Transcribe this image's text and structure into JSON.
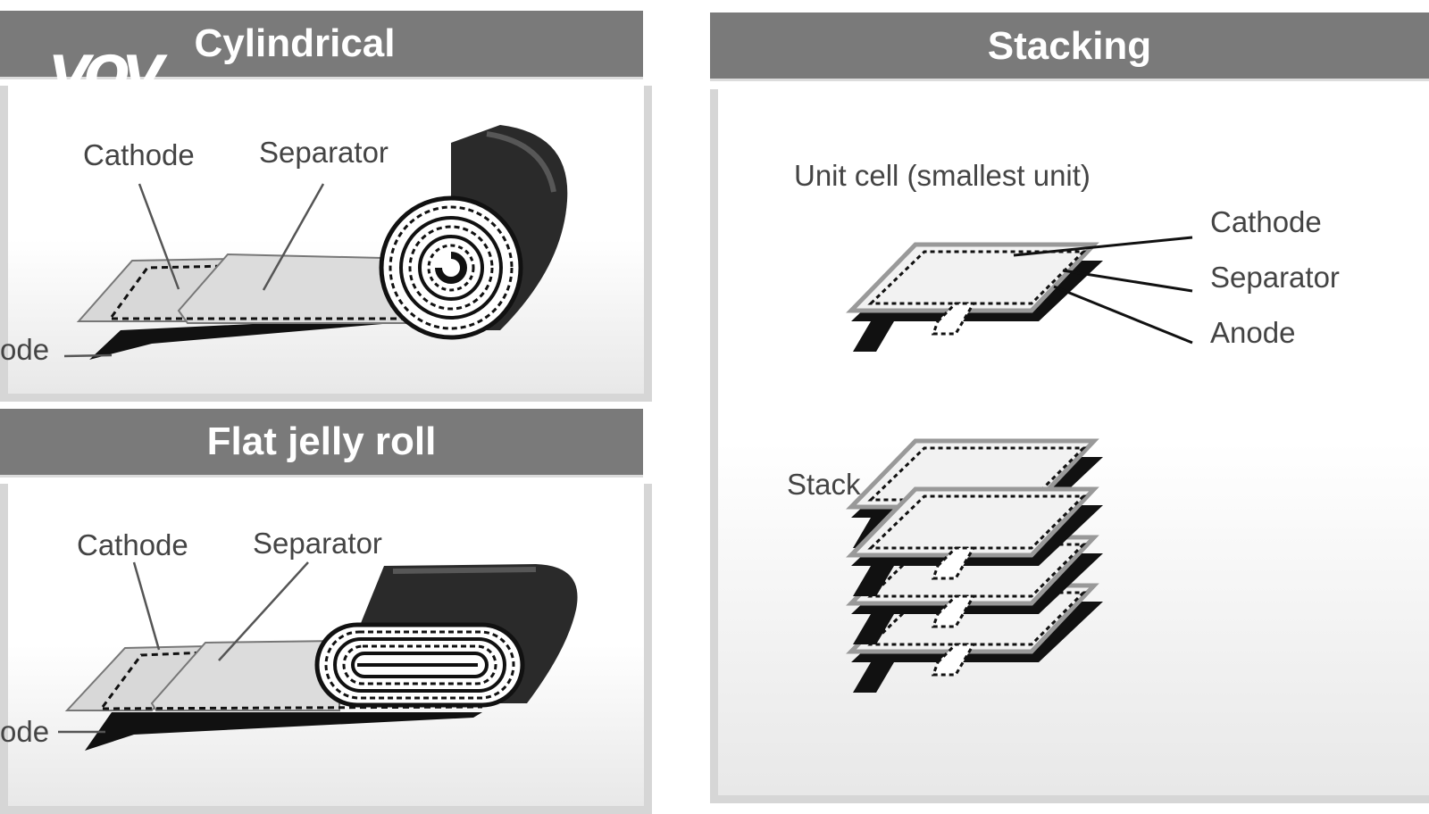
{
  "watermark": "VOV",
  "cylindrical": {
    "title": "Cylindrical",
    "cathode": "Cathode",
    "separator": "Separator",
    "anode": "ode"
  },
  "flat_jelly_roll": {
    "title": "Flat jelly roll",
    "cathode": "Cathode",
    "separator": "Separator",
    "anode": "ode"
  },
  "stacking": {
    "title": "Stacking",
    "unit_cell_label": "Unit cell (smallest unit)",
    "cathode": "Cathode",
    "separator": "Separator",
    "anode": "Anode",
    "stack_label": "Stack"
  },
  "colors": {
    "banner": "#7a7a7a",
    "dark": "#111111",
    "sheet": "#dddddd"
  }
}
